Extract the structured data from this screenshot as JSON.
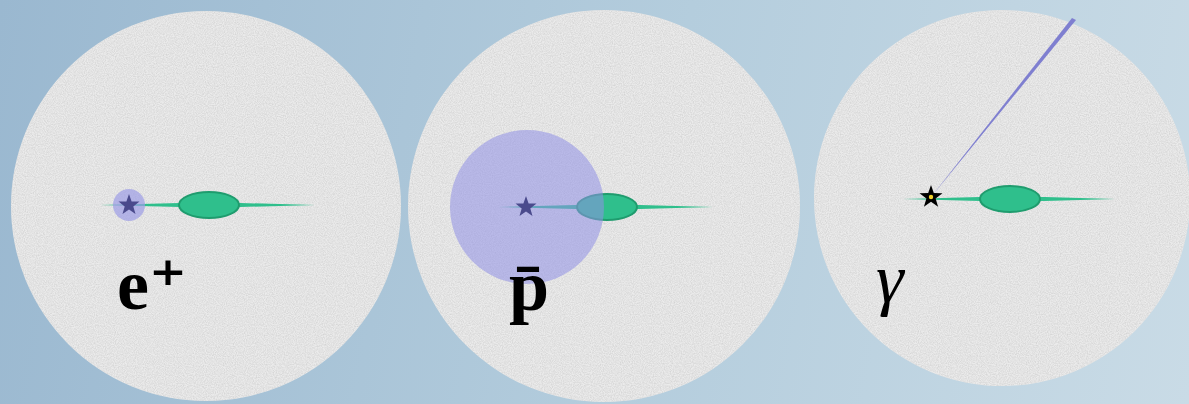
{
  "diagram": {
    "nodes": [
      {
        "text": [
          "e⁺"
        ]
      },
      {
        "text": [
          "p̄"
        ]
      },
      {
        "text": [
          "γ"
        ]
      }
    ]
  }
}
